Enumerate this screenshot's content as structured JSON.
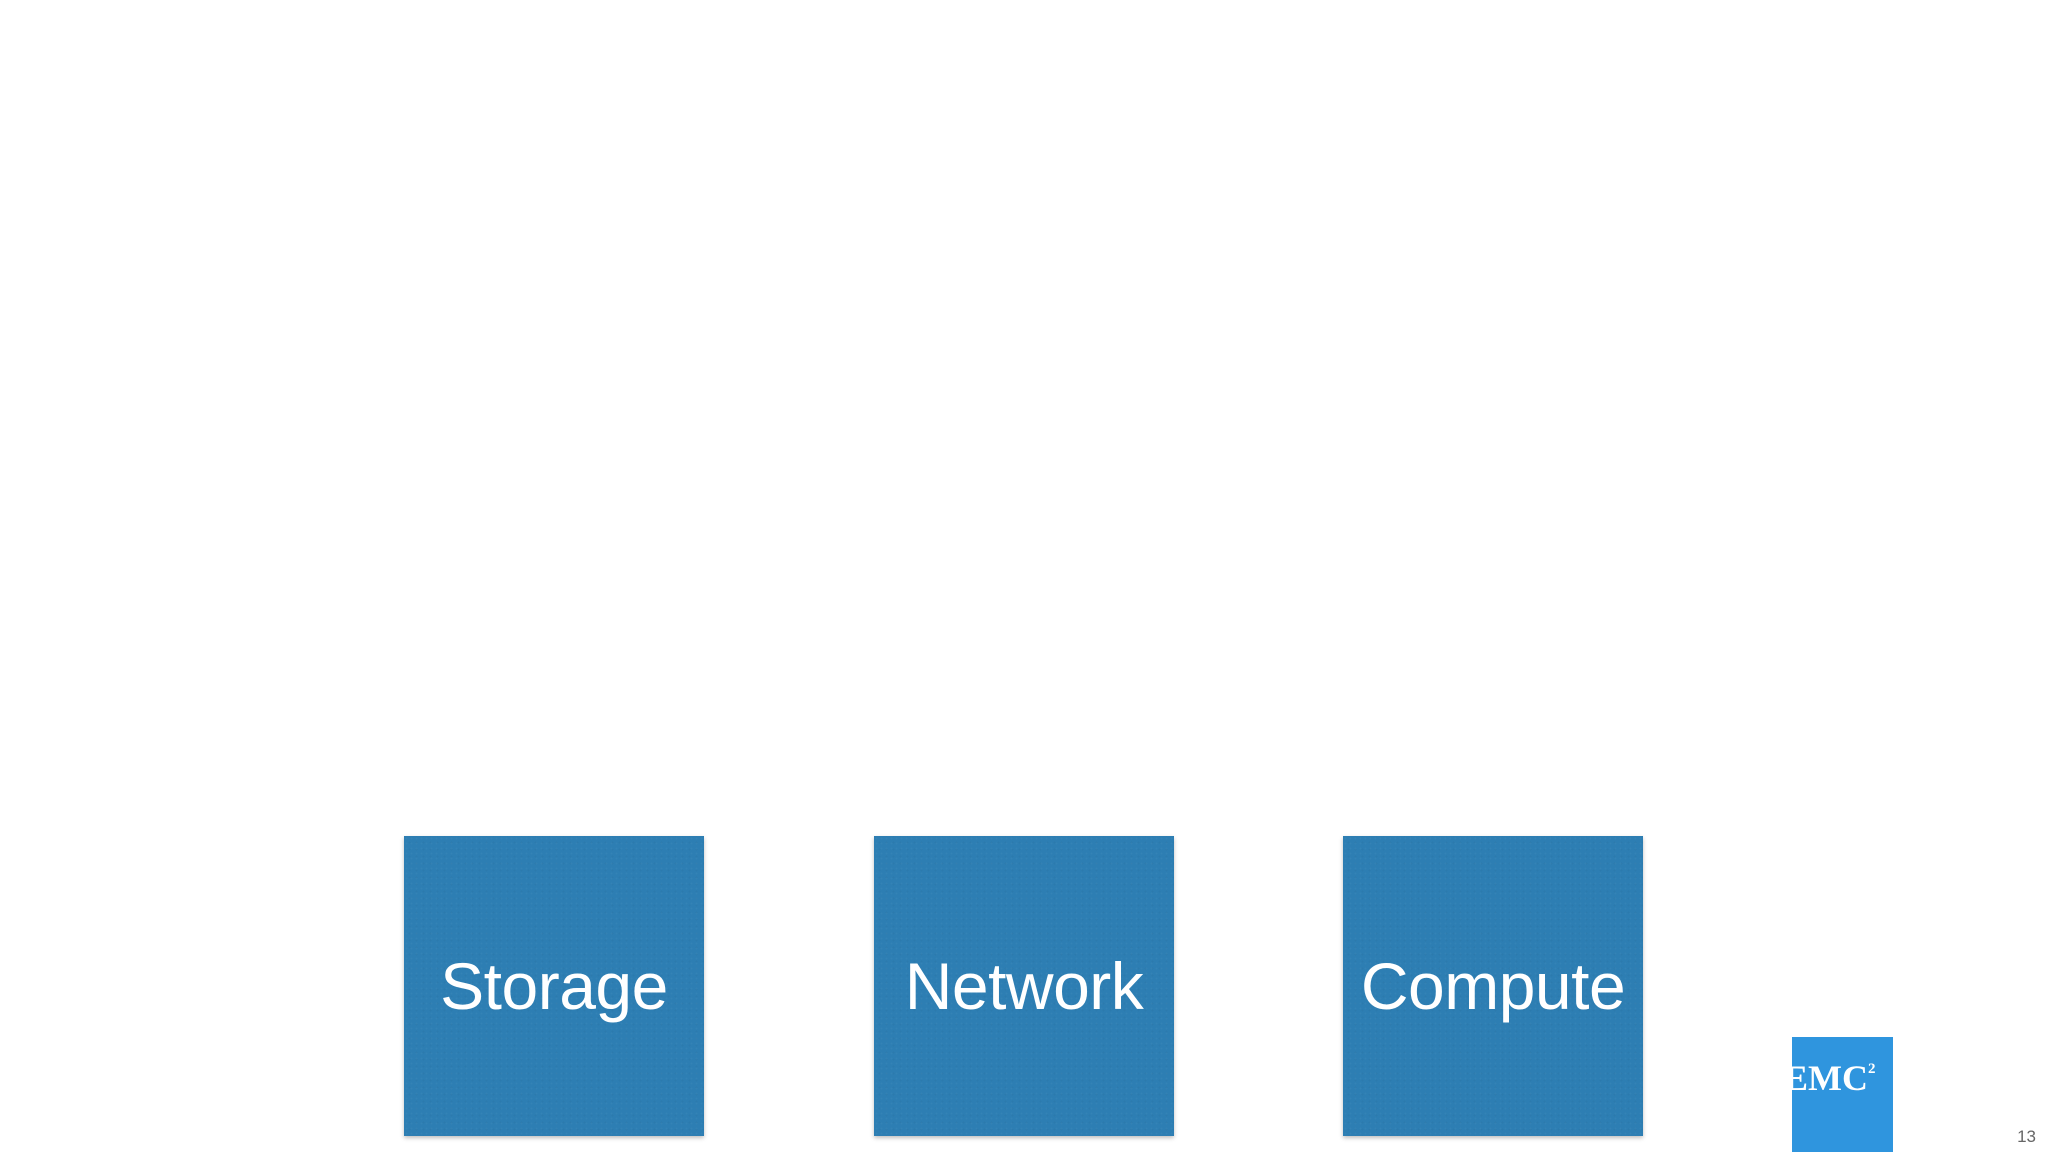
{
  "tiles": [
    {
      "label": "Storage"
    },
    {
      "label": "Network"
    },
    {
      "label": "Compute"
    }
  ],
  "logo": {
    "text": "EMC",
    "superscript": "2",
    "background_color": "#2f95de"
  },
  "page_number": "13",
  "colors": {
    "tile": "#2d7eb3",
    "tile_text": "#ffffff",
    "background": "#ffffff"
  }
}
